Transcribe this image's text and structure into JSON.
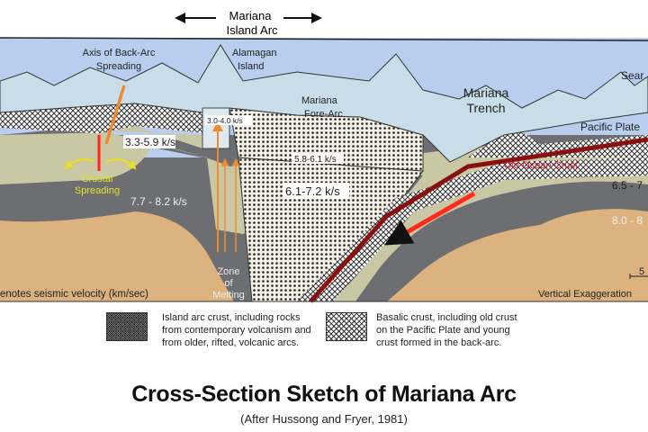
{
  "header": {
    "arc_label_line1": "Mariana",
    "arc_label_line2": "Island Arc"
  },
  "labels": {
    "axis_line1": "Axis of Back-Arc",
    "axis_line2": "Spreading",
    "alamagan_line1": "Alamagan",
    "alamagan_line2": "Island",
    "forearc_line1": "Mariana",
    "forearc_line2": "Fore-Arc",
    "trench_line1": "Mariana",
    "trench_line2": "Trench",
    "seamount": "Sear",
    "pacific_plate": "Pacific Plate",
    "old_ocean_crust": "Old Ocean Crust",
    "crustal_line1": "Crustal",
    "crustal_line2": "Spreading",
    "zone_line1": "Zone",
    "zone_line2": "of",
    "zone_line3": "Melting",
    "v1": "3.0-4.0 k/s",
    "v2": "3.3-5.9 k/s",
    "v3": "5.8-6.1 k/s",
    "v4": "6.1-7.2 k/s",
    "v5": "7.7 - 8.2 k/s",
    "v6": "6.5 - 7",
    "v7": "8.0 - 8",
    "seismic_note": "enotes seismic velocity (km/sec)",
    "scale": "5",
    "vertical_exag": "Vertical Exaggeration"
  },
  "legend": [
    {
      "text": "Island arc crust, including rocks from contemporary volcanism and from older, rifted, volcanic arcs."
    },
    {
      "text": "Basalic crust, including old crust on the Pacific Plate and young crust formed in the back-arc."
    }
  ],
  "title": "Cross-Section Sketch of Mariana Arc",
  "subtitle": "(After Hussong and Fryer, 1981)",
  "colors": {
    "water": "#b9cdee",
    "sediment": "#c9dde8",
    "mantle_light": "#c9c7a4",
    "mantle_dark": "#6d6e72",
    "deep": "#dcb27e",
    "slab": "#8a1010",
    "accent": "#ff2a1a",
    "magma": "#f08a30"
  }
}
